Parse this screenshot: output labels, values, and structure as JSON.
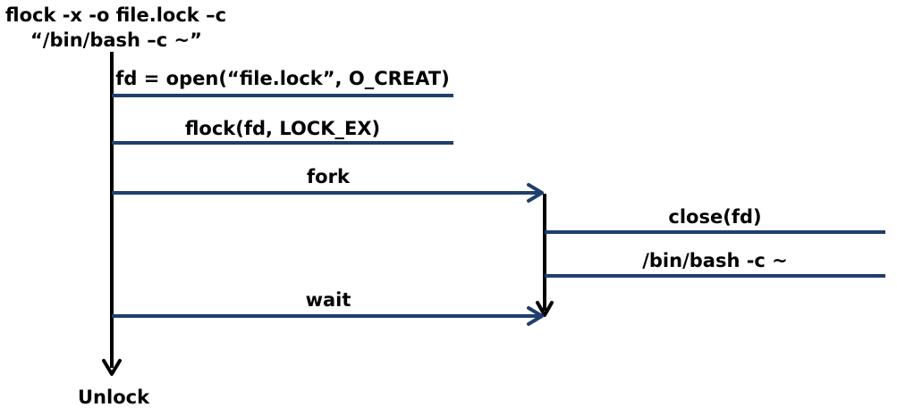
{
  "header": {
    "line1": "flock -x -o file.lock –c",
    "line2": "“/bin/bash –c ~”"
  },
  "main_steps": {
    "open": "fd = open(“file.lock”, O_CREAT)",
    "lock": "flock(fd, LOCK_EX)",
    "fork": "fork",
    "wait": "wait"
  },
  "child_steps": {
    "close": "close(fd)",
    "exec": "/bin/bash -c ~"
  },
  "footer": {
    "unlock": "Unlock"
  },
  "colors": {
    "arrow_blue": "#1f3f6e",
    "timeline_black": "#000000"
  }
}
